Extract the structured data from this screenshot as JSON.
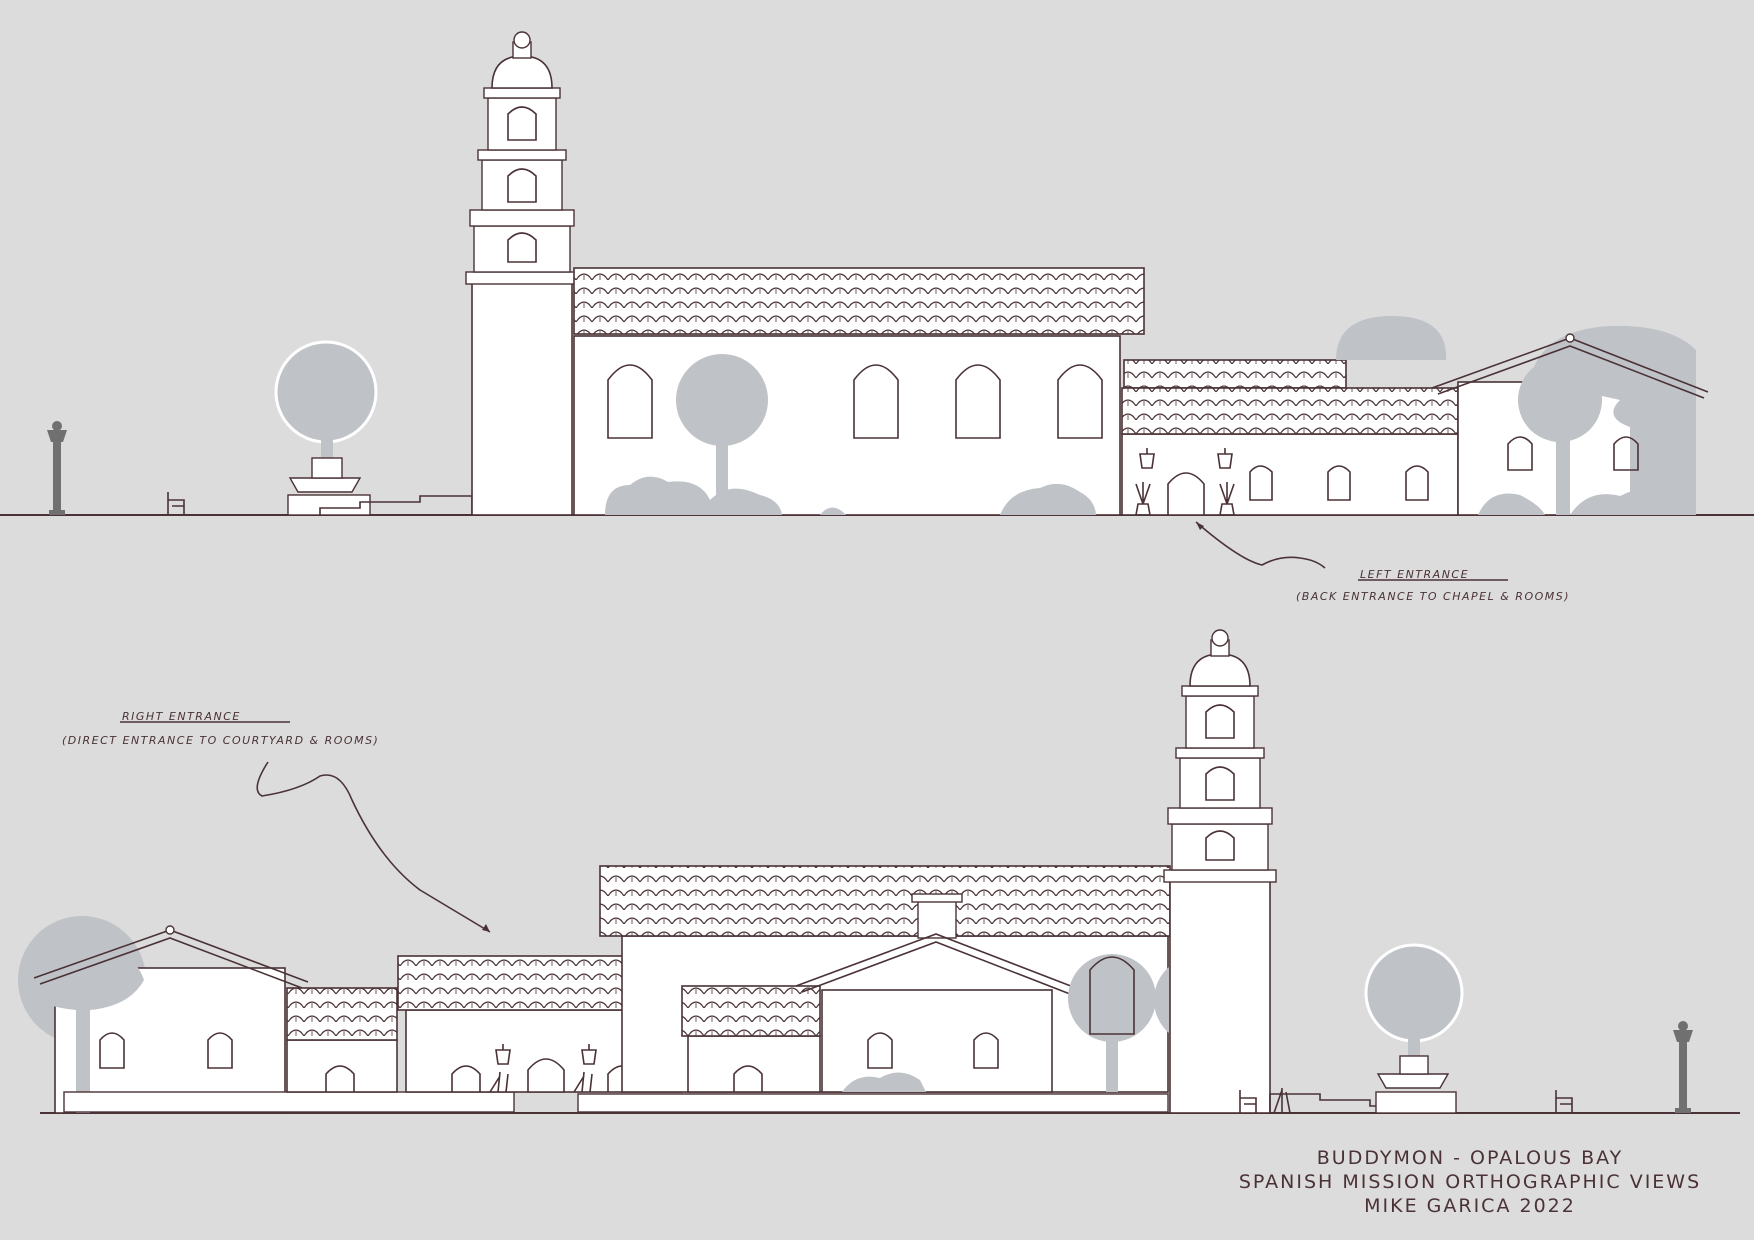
{
  "annotations": {
    "left_entrance_title": "LEFT ENTRANCE",
    "left_entrance_note": "(BACK ENTRANCE TO CHAPEL & ROOMS)",
    "right_entrance_title": "RIGHT ENTRANCE",
    "right_entrance_note": "(DIRECT ENTRANCE TO COURTYARD & ROOMS)"
  },
  "title_block": {
    "line1": "BUDDYMON - OPALOUS BAY",
    "line2": "SPANISH MISSION ORTHOGRAPHIC VIEWS",
    "line3": "MIKE GARICA 2022"
  },
  "colors": {
    "background": "#dcdcdc",
    "ink": "#4a3236",
    "tree": "#bfc2c7",
    "wall": "#ffffff"
  }
}
